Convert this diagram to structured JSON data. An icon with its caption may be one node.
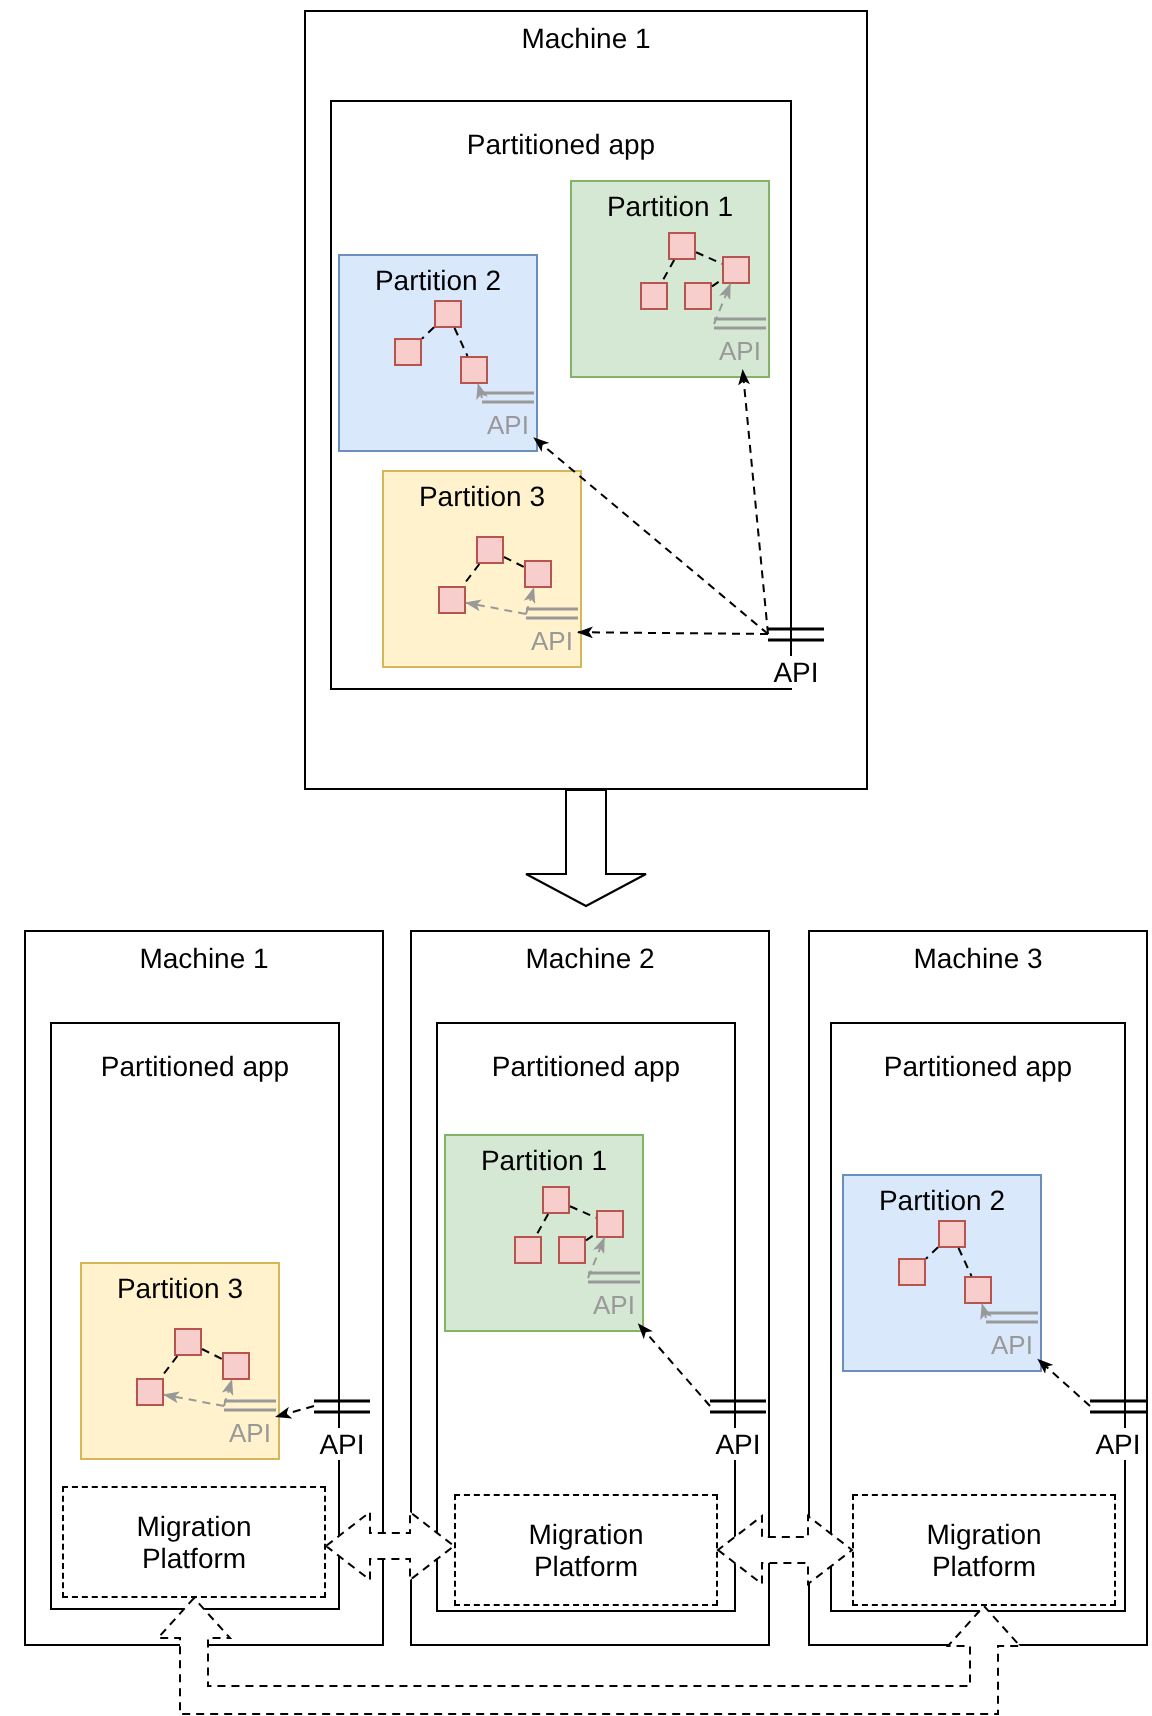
{
  "diagram": {
    "nodes": [
      {
        "text": [
          "Machine 1"
        ]
      },
      {
        "text": [
          "Partitioned app"
        ],
        "in": 0
      },
      {
        "text": [
          "Partition 1"
        ],
        "in": 1
      },
      {
        "text": [],
        "shape": "box",
        "in": 2
      },
      {
        "text": [],
        "shape": "box",
        "in": 2
      },
      {
        "text": [],
        "shape": "box",
        "in": 2
      },
      {
        "text": [],
        "shape": "box",
        "in": 2
      },
      {
        "text": [
          "API"
        ],
        "in": 2
      },
      {
        "text": [
          "Partition 2"
        ],
        "in": 1
      },
      {
        "text": [],
        "shape": "box",
        "in": 8
      },
      {
        "text": [],
        "shape": "box",
        "in": 8
      },
      {
        "text": [],
        "shape": "box",
        "in": 8
      },
      {
        "text": [
          "API"
        ],
        "in": 8
      },
      {
        "text": [
          "Partition 3"
        ],
        "in": 1
      },
      {
        "text": [],
        "shape": "box",
        "in": 13
      },
      {
        "text": [],
        "shape": "box",
        "in": 13
      },
      {
        "text": [],
        "shape": "box",
        "in": 13
      },
      {
        "text": [
          "API"
        ],
        "in": 13
      },
      {
        "text": [
          "API"
        ],
        "in": 0
      },
      {
        "text": [
          "Machine 1"
        ]
      },
      {
        "text": [
          "Partitioned app"
        ],
        "in": 19
      },
      {
        "text": [
          "Partition 3"
        ],
        "in": 20
      },
      {
        "text": [],
        "shape": "box",
        "in": 21
      },
      {
        "text": [],
        "shape": "box",
        "in": 21
      },
      {
        "text": [],
        "shape": "box",
        "in": 21
      },
      {
        "text": [
          "API"
        ],
        "in": 21
      },
      {
        "text": [
          "API"
        ],
        "in": 19
      },
      {
        "text": [
          "Migration Platform"
        ],
        "in": 20
      },
      {
        "text": [
          "Machine 2"
        ]
      },
      {
        "text": [
          "Partitioned app"
        ],
        "in": 28
      },
      {
        "text": [
          "Partition 1"
        ],
        "in": 29
      },
      {
        "text": [],
        "shape": "box",
        "in": 30
      },
      {
        "text": [],
        "shape": "box",
        "in": 30
      },
      {
        "text": [],
        "shape": "box",
        "in": 30
      },
      {
        "text": [],
        "shape": "box",
        "in": 30
      },
      {
        "text": [
          "API"
        ],
        "in": 30
      },
      {
        "text": [
          "API"
        ],
        "in": 28
      },
      {
        "text": [
          "Migration Platform"
        ],
        "in": 29
      },
      {
        "text": [
          "Machine 3"
        ]
      },
      {
        "text": [
          "Partitioned app"
        ],
        "in": 38
      },
      {
        "text": [
          "Partition 2"
        ],
        "in": 39
      },
      {
        "text": [],
        "shape": "box",
        "in": 40
      },
      {
        "text": [],
        "shape": "box",
        "in": 40
      },
      {
        "text": [],
        "shape": "box",
        "in": 40
      },
      {
        "text": [
          "API"
        ],
        "in": 40
      },
      {
        "text": [
          "API"
        ],
        "in": 38
      },
      {
        "text": [
          "Migration Platform"
        ],
        "in": 39
      }
    ],
    "edges": [
      {
        "from": 3,
        "to": 4,
        "arrow": "none",
        "style": "dashed"
      },
      {
        "from": 3,
        "to": 5,
        "arrow": "none",
        "style": "dashed"
      },
      {
        "from": 6,
        "to": 4,
        "arrow": "none",
        "style": "dashed"
      },
      {
        "from": 7,
        "to": 4,
        "arrow": "to",
        "style": "dashed",
        "color": "#999999"
      },
      {
        "from": 9,
        "to": 10,
        "arrow": "none",
        "style": "dashed"
      },
      {
        "from": 9,
        "to": 11,
        "arrow": "none",
        "style": "dashed"
      },
      {
        "from": 12,
        "to": 11,
        "arrow": "to",
        "style": "dashed",
        "color": "#999999"
      },
      {
        "from": 14,
        "to": 15,
        "arrow": "none",
        "style": "dashed"
      },
      {
        "from": 14,
        "to": 16,
        "arrow": "none",
        "style": "dashed"
      },
      {
        "from": 17,
        "to": 15,
        "arrow": "to",
        "style": "dashed",
        "color": "#999999"
      },
      {
        "from": 17,
        "to": 16,
        "arrow": "to",
        "style": "dashed",
        "color": "#999999"
      },
      {
        "from": 18,
        "to": 7,
        "arrow": "to",
        "style": "dashed"
      },
      {
        "from": 18,
        "to": 12,
        "arrow": "to",
        "style": "dashed"
      },
      {
        "from": 18,
        "to": 17,
        "arrow": "to",
        "style": "dashed"
      },
      {
        "from": 0,
        "to": null,
        "arrow": "to"
      },
      {
        "from": 22,
        "to": 23,
        "arrow": "none",
        "style": "dashed"
      },
      {
        "from": 22,
        "to": 24,
        "arrow": "none",
        "style": "dashed"
      },
      {
        "from": 25,
        "to": 23,
        "arrow": "to",
        "style": "dashed",
        "color": "#999999"
      },
      {
        "from": 25,
        "to": 24,
        "arrow": "to",
        "style": "dashed",
        "color": "#999999"
      },
      {
        "from": 26,
        "to": 25,
        "arrow": "to",
        "style": "dashed"
      },
      {
        "from": 31,
        "to": 32,
        "arrow": "none",
        "style": "dashed"
      },
      {
        "from": 31,
        "to": 33,
        "arrow": "none",
        "style": "dashed"
      },
      {
        "from": 34,
        "to": 32,
        "arrow": "none",
        "style": "dashed"
      },
      {
        "from": 35,
        "to": 32,
        "arrow": "to",
        "style": "dashed",
        "color": "#999999"
      },
      {
        "from": 36,
        "to": 35,
        "arrow": "to",
        "style": "dashed"
      },
      {
        "from": 41,
        "to": 42,
        "arrow": "none",
        "style": "dashed"
      },
      {
        "from": 41,
        "to": 43,
        "arrow": "none",
        "style": "dashed"
      },
      {
        "from": 44,
        "to": 43,
        "arrow": "to",
        "style": "dashed",
        "color": "#999999"
      },
      {
        "from": 45,
        "to": 44,
        "arrow": "to",
        "style": "dashed"
      },
      {
        "from": 27,
        "to": 37,
        "arrow": "both",
        "style": "dashed"
      },
      {
        "from": 37,
        "to": 46,
        "arrow": "both",
        "style": "dashed"
      },
      {
        "from": 27,
        "to": 46,
        "arrow": "both",
        "style": "dashed"
      }
    ]
  }
}
